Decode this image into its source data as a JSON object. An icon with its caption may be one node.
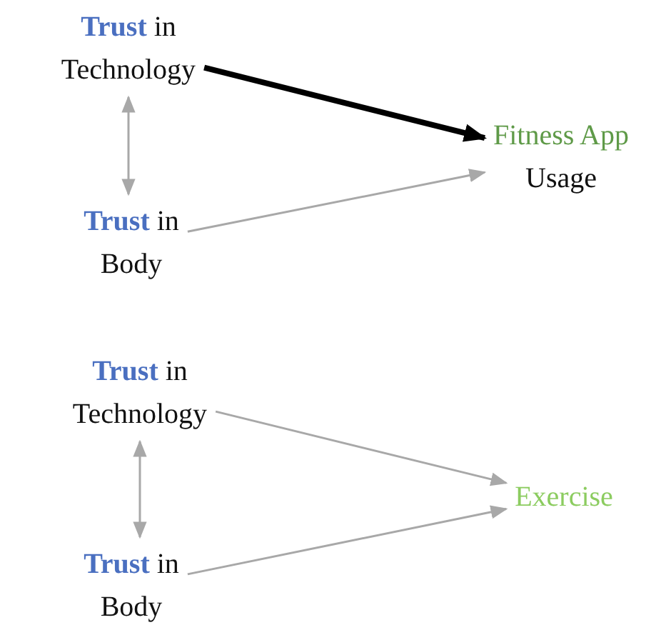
{
  "diagram": {
    "nodes": [
      {
        "text": [
          "**Trust** in Technology"
        ]
      },
      {
        "text": [
          "**Trust** in Body"
        ]
      },
      {
        "text": [
          "Fitness App",
          "Usage"
        ]
      },
      {
        "text": [
          "**Trust** in Technology"
        ]
      },
      {
        "text": [
          "**Trust** in Body"
        ]
      },
      {
        "text": [
          "Exercise"
        ]
      }
    ],
    "edges": [
      {
        "from": 0,
        "to": 2,
        "arrow": "to",
        "style": "thick",
        "color": "#000000"
      },
      {
        "from": 0,
        "to": 1,
        "arrow": "both"
      },
      {
        "from": 1,
        "to": 2,
        "arrow": "to"
      },
      {
        "from": 3,
        "to": 5,
        "arrow": "to"
      },
      {
        "from": 3,
        "to": 4,
        "arrow": "both"
      },
      {
        "from": 4,
        "to": 5,
        "arrow": "to"
      }
    ]
  }
}
